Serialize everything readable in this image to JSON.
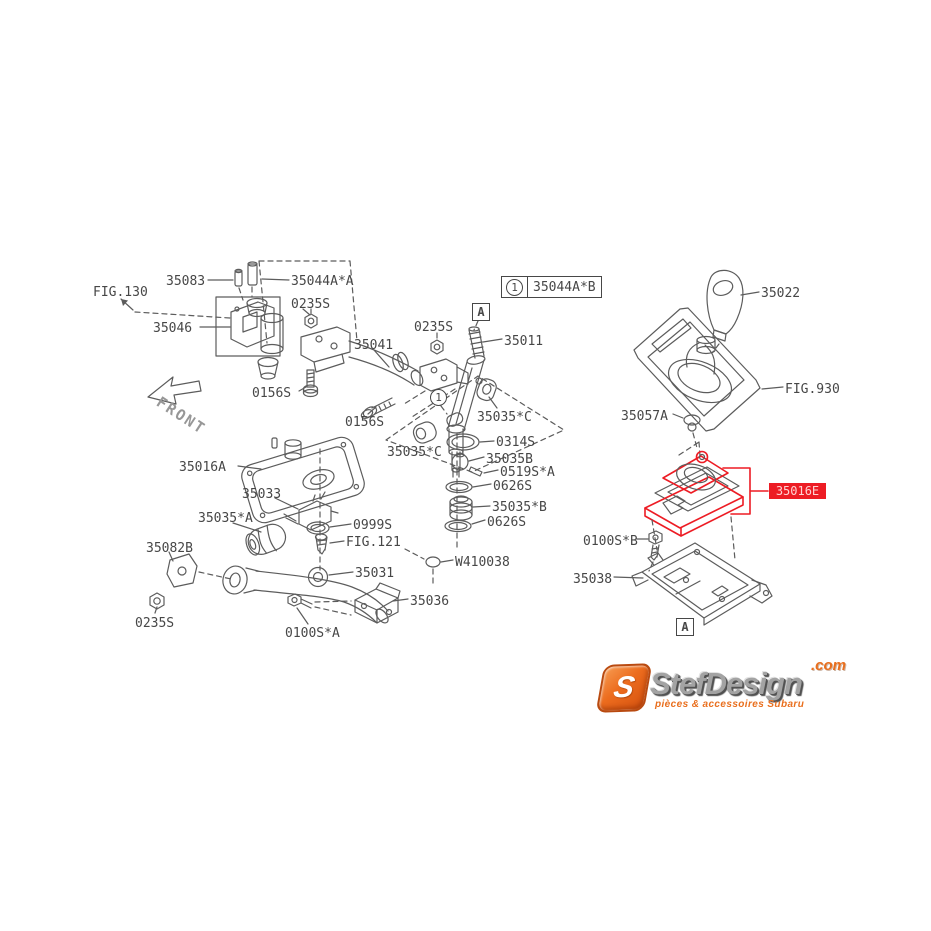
{
  "figure": {
    "callout": {
      "index": "1",
      "code": "35044A*B"
    },
    "view_markers": {
      "a": "A"
    },
    "ref_bubble": "1",
    "front_label": "FRONT",
    "highlight": {
      "code": "35016E",
      "color": "#ed1c24"
    },
    "parts": {
      "fig130": "FIG.130",
      "p35083": "35083",
      "p35044aa": "35044A*A",
      "p0235s_a": "0235S",
      "p35046": "35046",
      "p35041": "35041",
      "p0235s_b": "0235S",
      "p0156s_a": "0156S",
      "p0156s_b": "0156S",
      "p35011": "35011",
      "p35035c_a": "35035*C",
      "p0314s": "0314S",
      "p35035c_b": "35035*C",
      "p35035b": "35035B",
      "p0519sa": "0519S*A",
      "p0626s_a": "0626S",
      "p35035b_star": "35035*B",
      "p0626s_b": "0626S",
      "w410038": "W410038",
      "p35016a": "35016A",
      "p35033": "35033",
      "p35035a": "35035*A",
      "p35082b": "35082B",
      "p0999s": "0999S",
      "fig121": "FIG.121",
      "p35031": "35031",
      "p0235s_c": "0235S",
      "p35036": "35036",
      "p0100sa": "0100S*A",
      "p35022": "35022",
      "fig930": "FIG.930",
      "p35057a": "35057A",
      "p0100sb": "0100S*B",
      "p35038": "35038"
    }
  },
  "logo": {
    "monogram": "S",
    "name": "StefDesign",
    "tld": ".com",
    "tagline": "pièces & accessoires Subaru",
    "orange": "#e96f1e"
  }
}
